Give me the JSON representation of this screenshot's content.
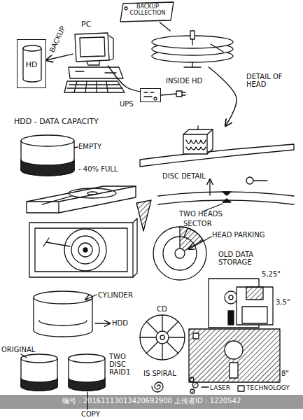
{
  "diagram": {
    "nodes": [
      {
        "text": [
          "HD"
        ]
      },
      {
        "text": [
          "PC"
        ]
      },
      {
        "text": [
          "BACKUP COLLECTION"
        ]
      },
      {
        "text": [
          "UPS"
        ]
      },
      {
        "text": [
          "INSIDE HD"
        ]
      },
      {
        "text": [
          "DISC DETAIL"
        ]
      }
    ],
    "edges": [
      {
        "from": 1,
        "to": 0,
        "arrow": "to",
        "label": "BACKUP"
      },
      {
        "from": 2,
        "to": 4,
        "arrow": "none"
      },
      {
        "from": 3,
        "to": 1,
        "arrow": "none"
      },
      {
        "from": 4,
        "to": 5,
        "arrow": "to",
        "label": "DETAIL OF HEAD"
      }
    ],
    "labels": [
      "HDD - DATA CAPACITY",
      "EMPTY",
      "- 40% FULL",
      "TWO HEADS",
      "SECTOR",
      "HEAD PARKING",
      "OLD DATA STORAGE",
      "5,25\"",
      "3,5\"",
      "CYLINDER",
      "HDD",
      "CD",
      "IS SPIRAL",
      "ORIGINAL",
      "TWO DISC RAID1",
      "COPY",
      "8\"",
      "LASER",
      "TECHNOLOGY",
      "编号：20161113013420692900 上传者ID：1220542"
    ]
  }
}
